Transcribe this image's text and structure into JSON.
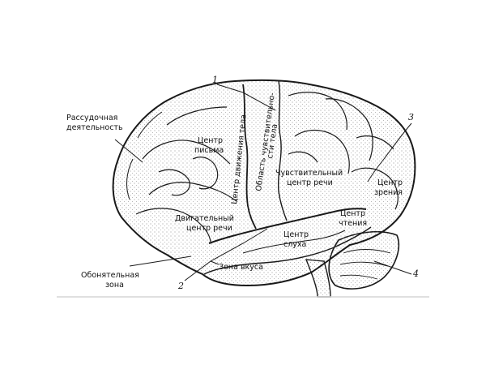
{
  "labels": {
    "reasoning_1": "Рассудочная",
    "reasoning_2": "деятельность",
    "writing_1": "Центр",
    "writing_2": "письма",
    "motion_1": "Центр движения тела",
    "sense_1": "Область чувствительно-",
    "sense_2": "сти тела",
    "sensory_speech_1": "Чувствительный",
    "sensory_speech_2": "центр речи",
    "vision_1": "Центр",
    "vision_2": "зрения",
    "motor_speech_1": "Двигательный",
    "motor_speech_2": "центр речи",
    "reading_1": "Центр",
    "reading_2": "чтения",
    "hearing_1": "Центр",
    "hearing_2": "слуха",
    "taste": "Зона вкуса",
    "olfactory_1": "Обонятельная",
    "olfactory_2": "зона"
  },
  "numbers": {
    "n1": "1",
    "n2": "2",
    "n3": "3",
    "n4": "4"
  },
  "colors": {
    "line": "#1a1a1a",
    "stipple": "#7a7a7a",
    "background": "#ffffff"
  }
}
